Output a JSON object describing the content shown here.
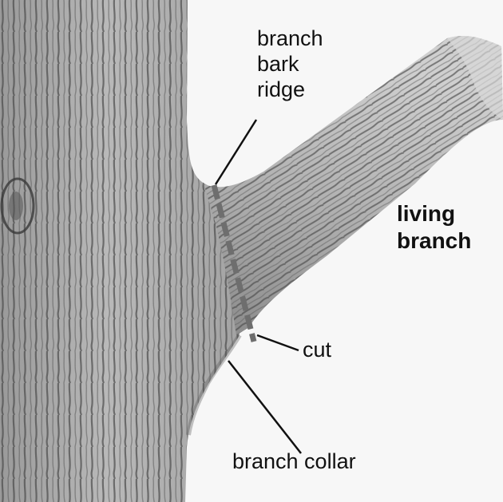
{
  "labels": {
    "branch_bark_ridge": [
      "branch",
      "bark",
      "ridge"
    ],
    "living_branch": [
      "living",
      "branch"
    ],
    "cut": "cut",
    "branch_collar": "branch collar"
  },
  "colors": {
    "background": "#f7f7f7",
    "bark_dark": "#3a3a3a",
    "bark_mid": "#8c8c8c",
    "bark_light": "#c8c8c8",
    "cut_line": "#6e6e6e",
    "leader_line": "#111111"
  }
}
